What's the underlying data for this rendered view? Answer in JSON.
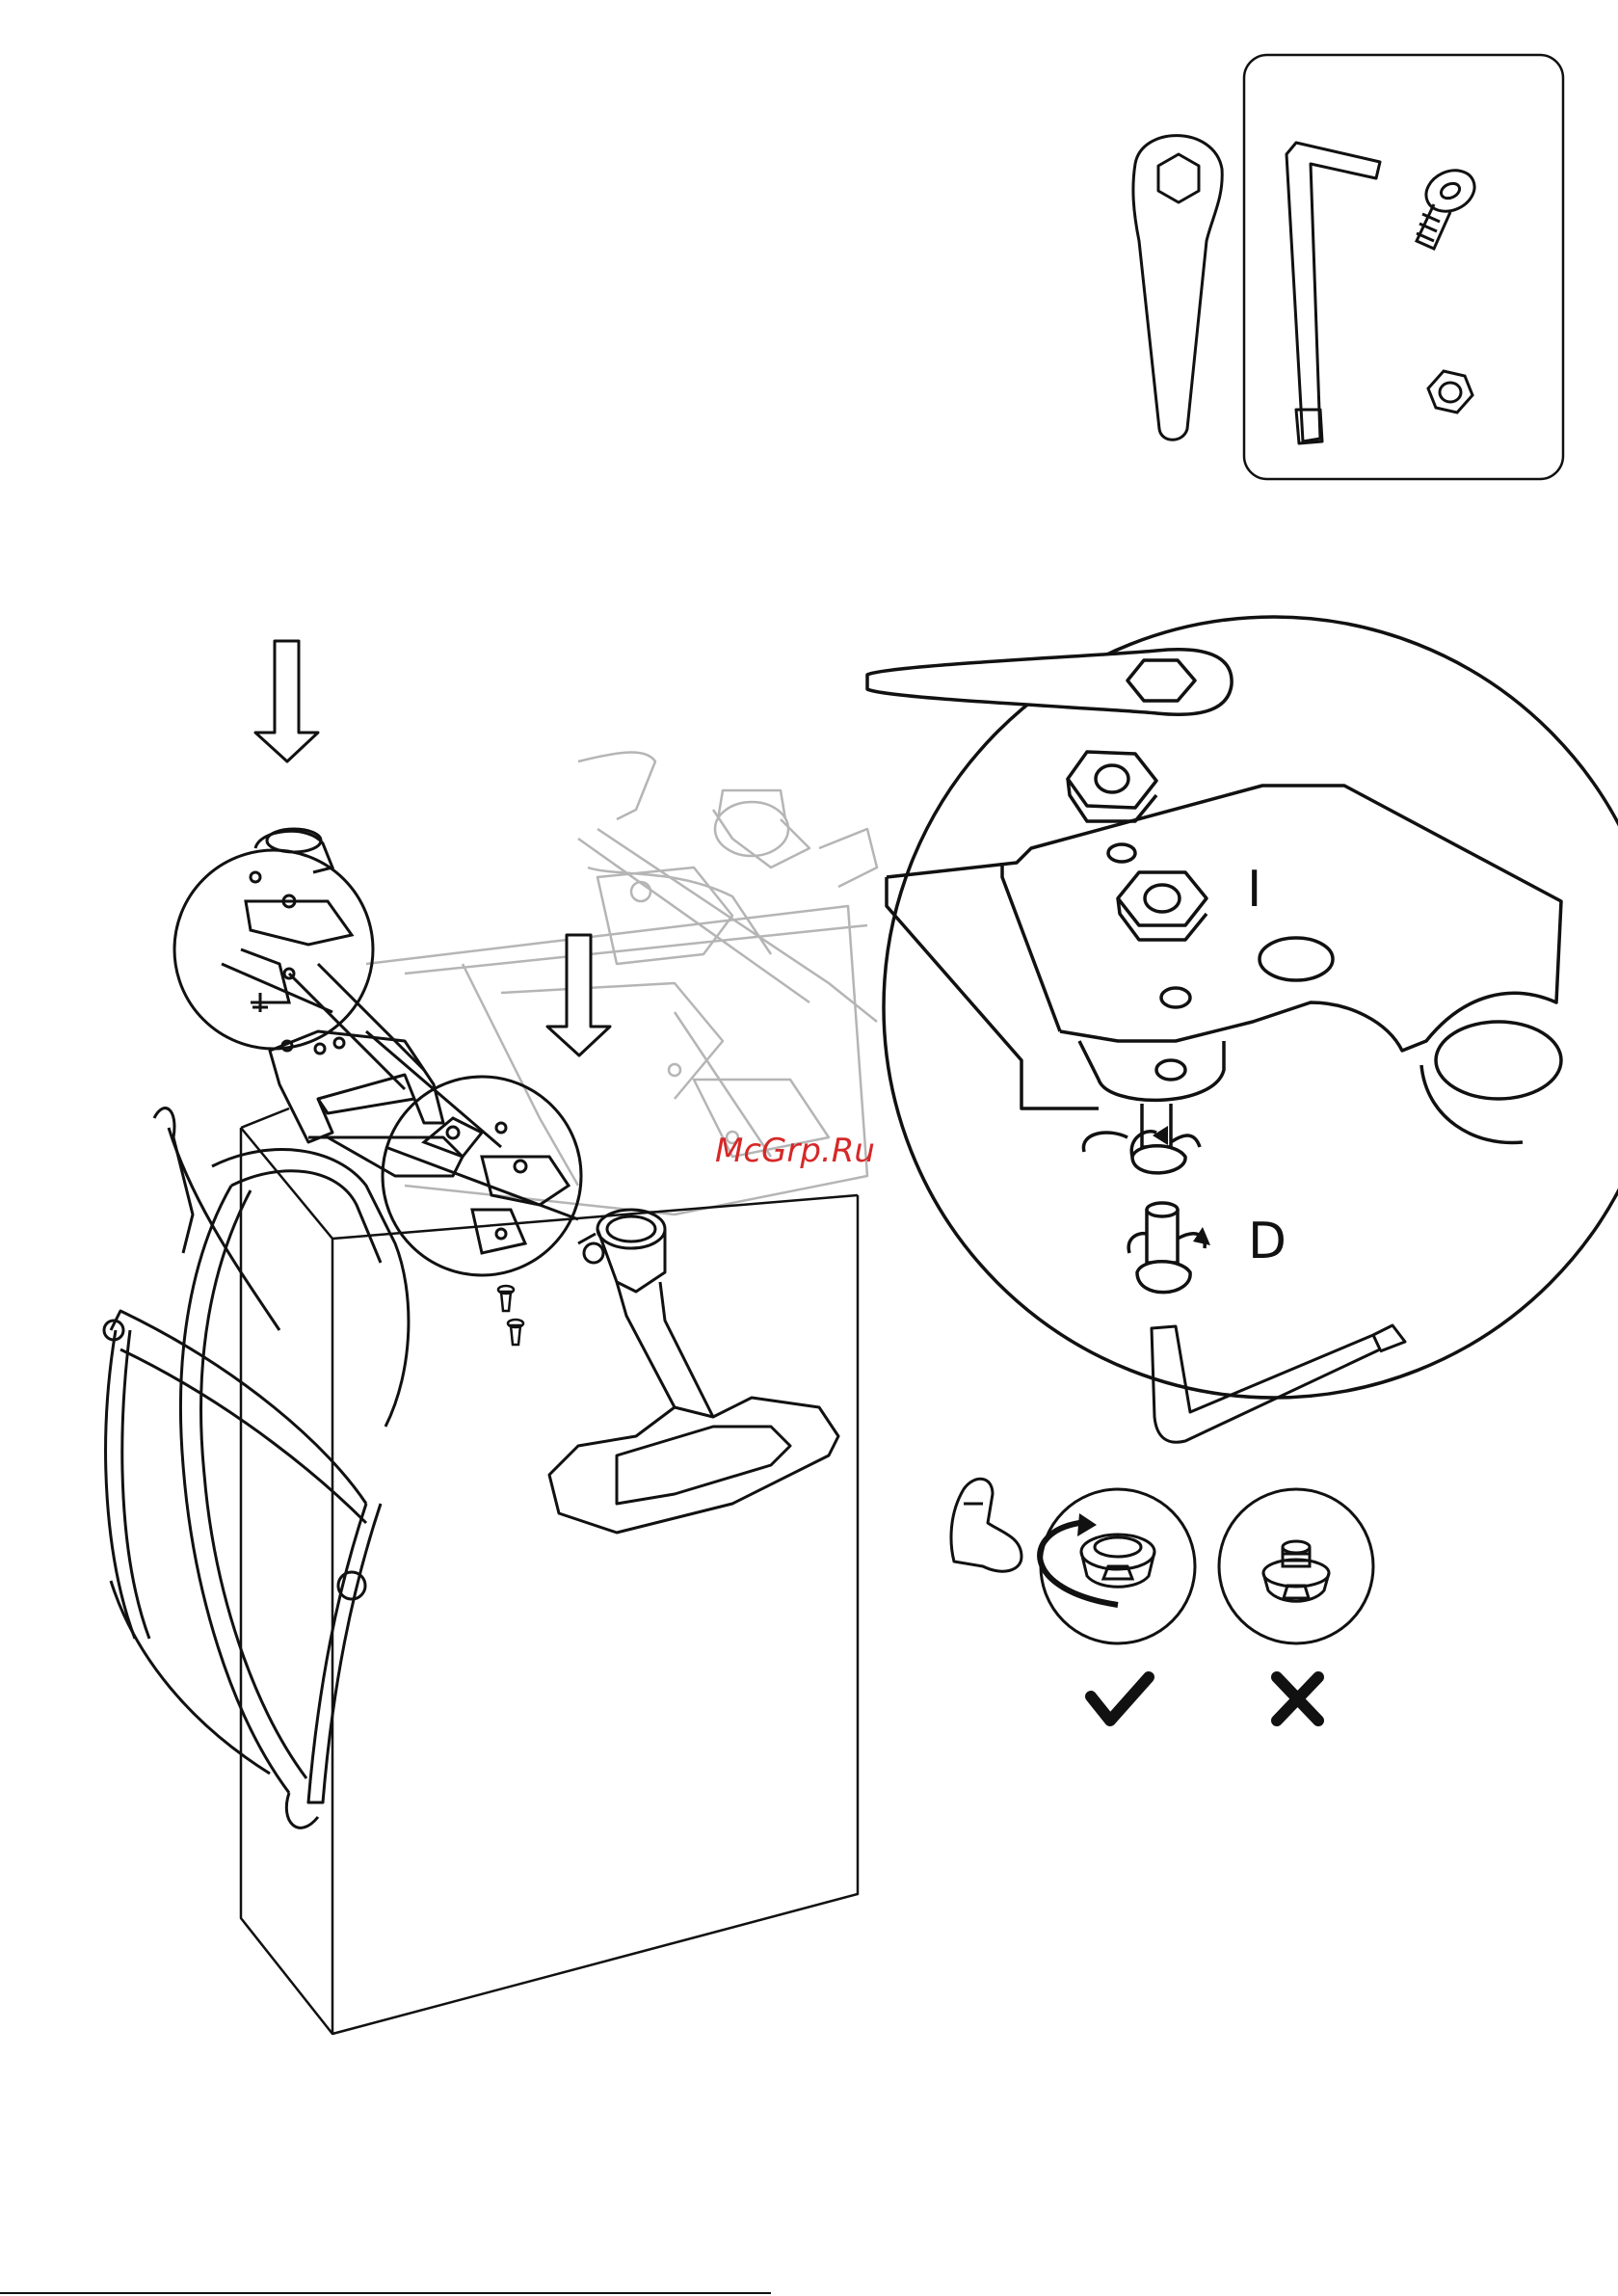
{
  "callout": {
    "label_upper": "I",
    "label_lower": "D"
  },
  "watermark": "McGrp.Ru",
  "colors": {
    "line": "#111111",
    "ghost": "#b5b5b5",
    "watermark": "#d62828"
  },
  "icons": {
    "correct": "check-mark-icon",
    "wrong": "cross-mark-icon",
    "strength": "flexed-arm-icon"
  }
}
